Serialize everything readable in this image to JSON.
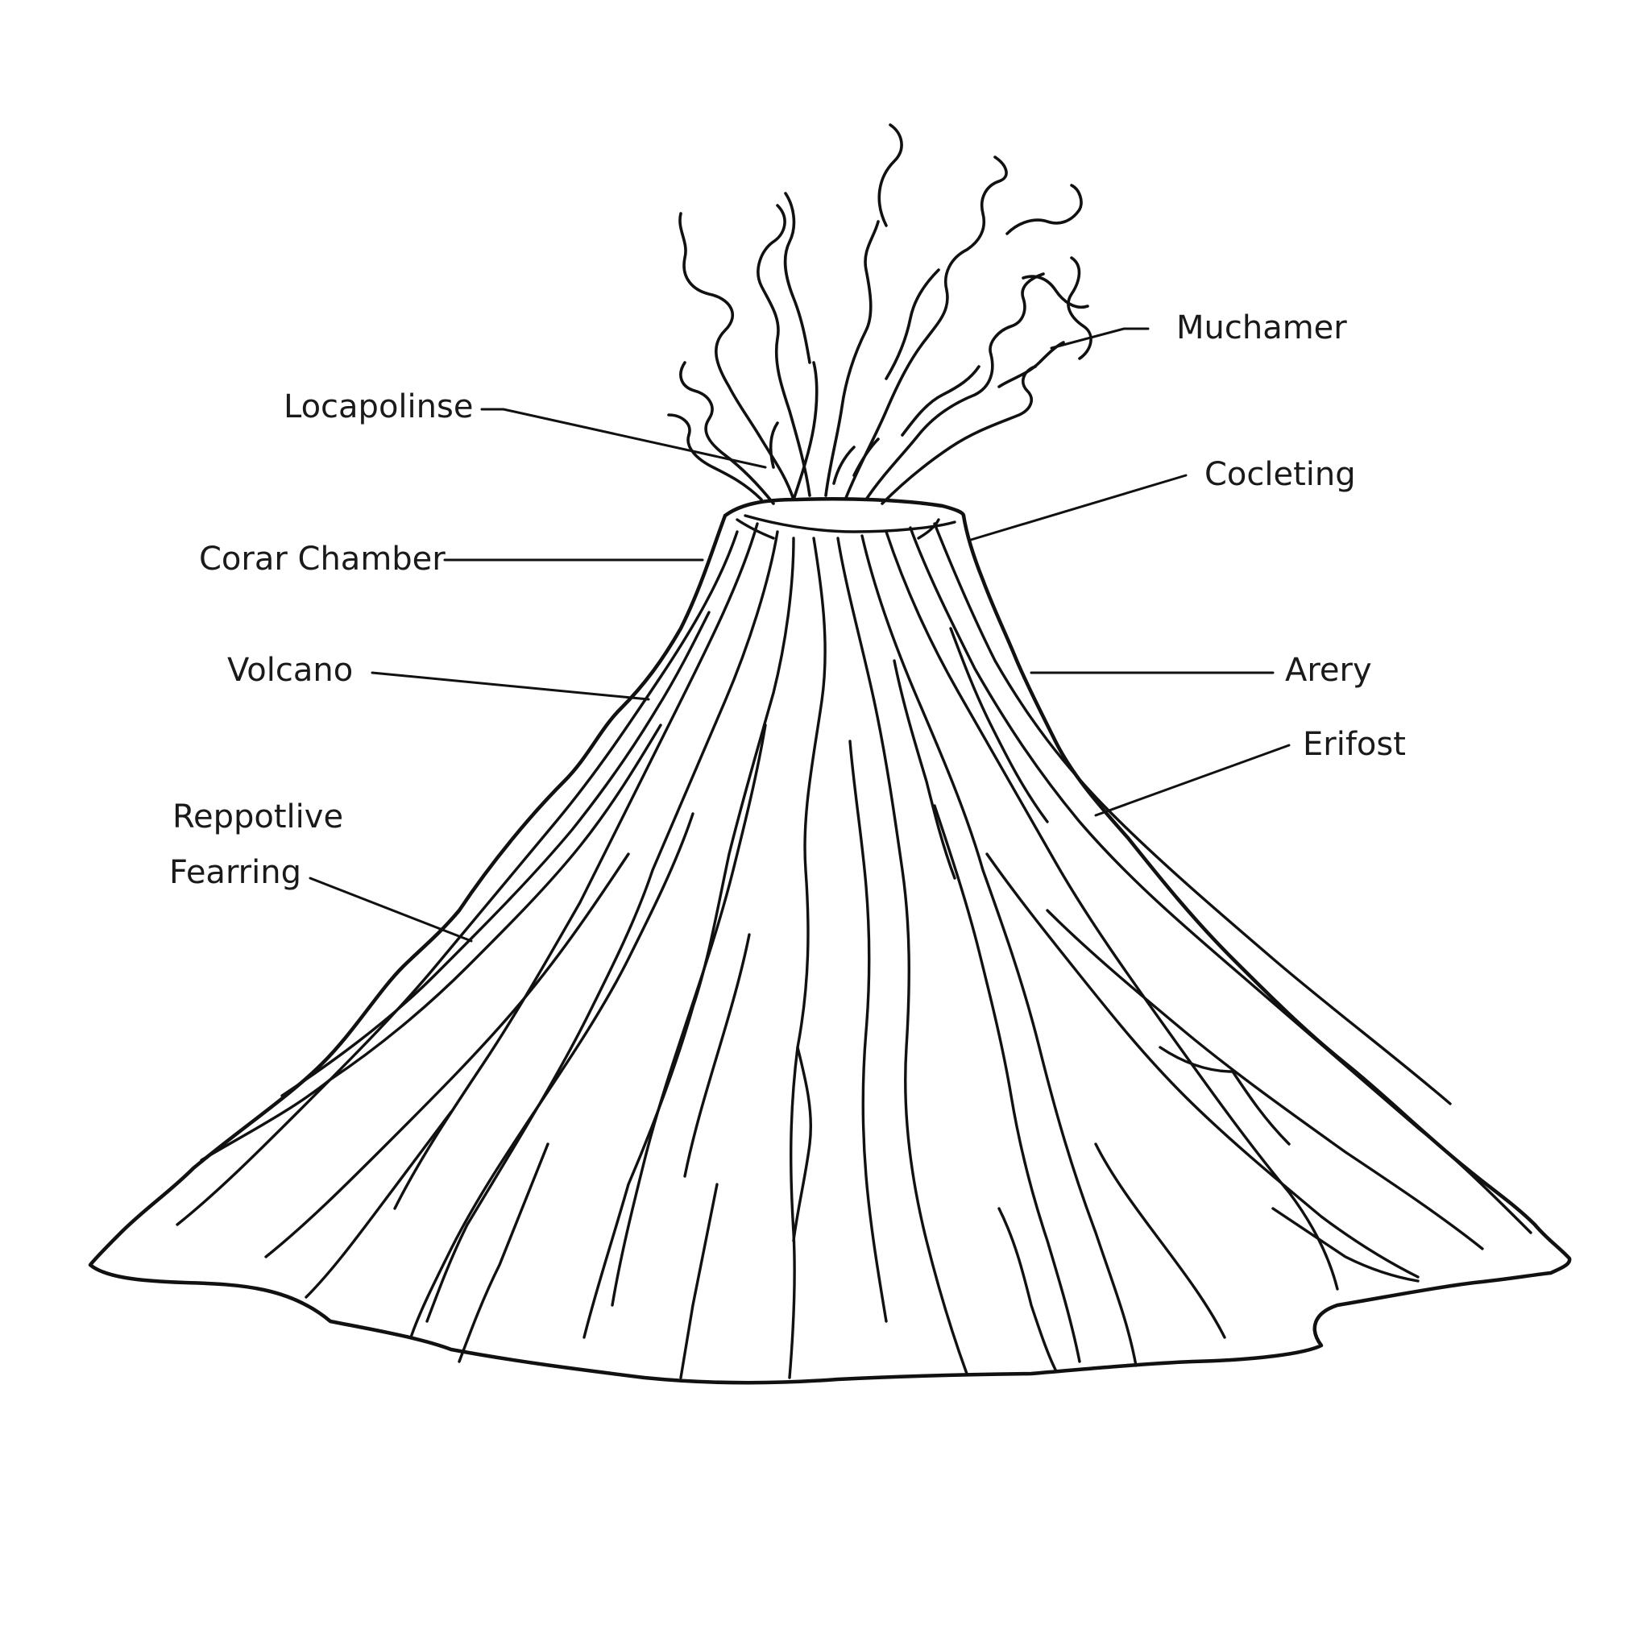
{
  "labels": {
    "muchamer": "Muchamer",
    "locapolinse": "Locapolinse",
    "cocleting": "Cocleting",
    "corar_chamber": "Corar Chamber",
    "volcano": "Volcano",
    "arery": "Arery",
    "erifost": "Erifost",
    "reppotlive": "Reppotlive",
    "fearring": "Fearring"
  },
  "colors": {
    "line": "#111111",
    "background": "#ffffff"
  }
}
